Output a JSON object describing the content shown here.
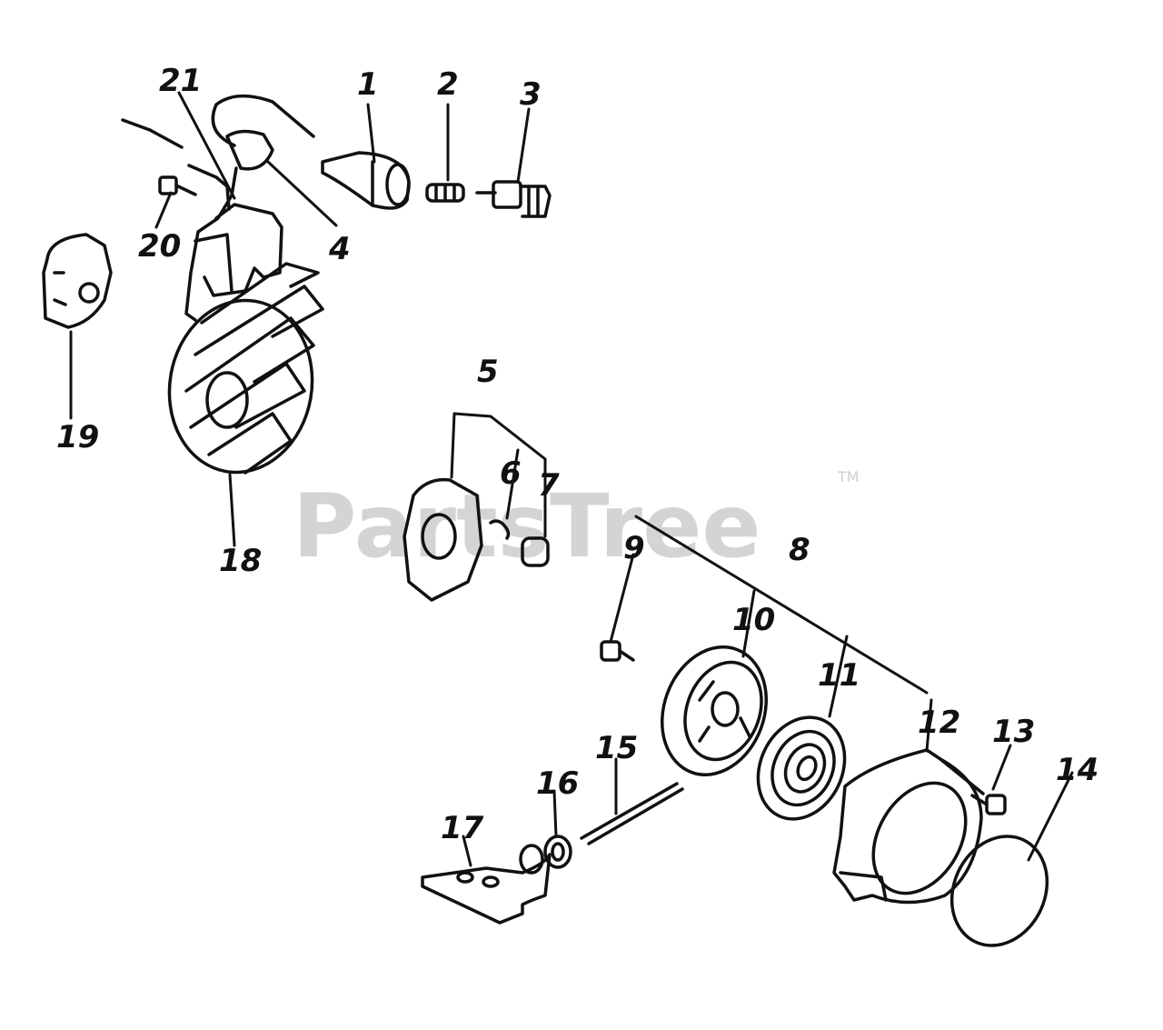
{
  "watermark": {
    "text": "PartsTree",
    "trademark": "TM"
  },
  "callouts": {
    "c1": "1",
    "c2": "2",
    "c3": "3",
    "c4": "4",
    "c5": "5",
    "c6": "6",
    "c7": "7",
    "c8": "8",
    "c9": "9",
    "c10": "10",
    "c11": "11",
    "c12": "12",
    "c13": "13",
    "c14": "14",
    "c15": "15",
    "c16": "16",
    "c17": "17",
    "c18": "18",
    "c19": "19",
    "c20": "20",
    "c21": "21"
  },
  "colors": {
    "ink": "#111111",
    "watermark": "#d4d4d4",
    "background": "#ffffff"
  }
}
